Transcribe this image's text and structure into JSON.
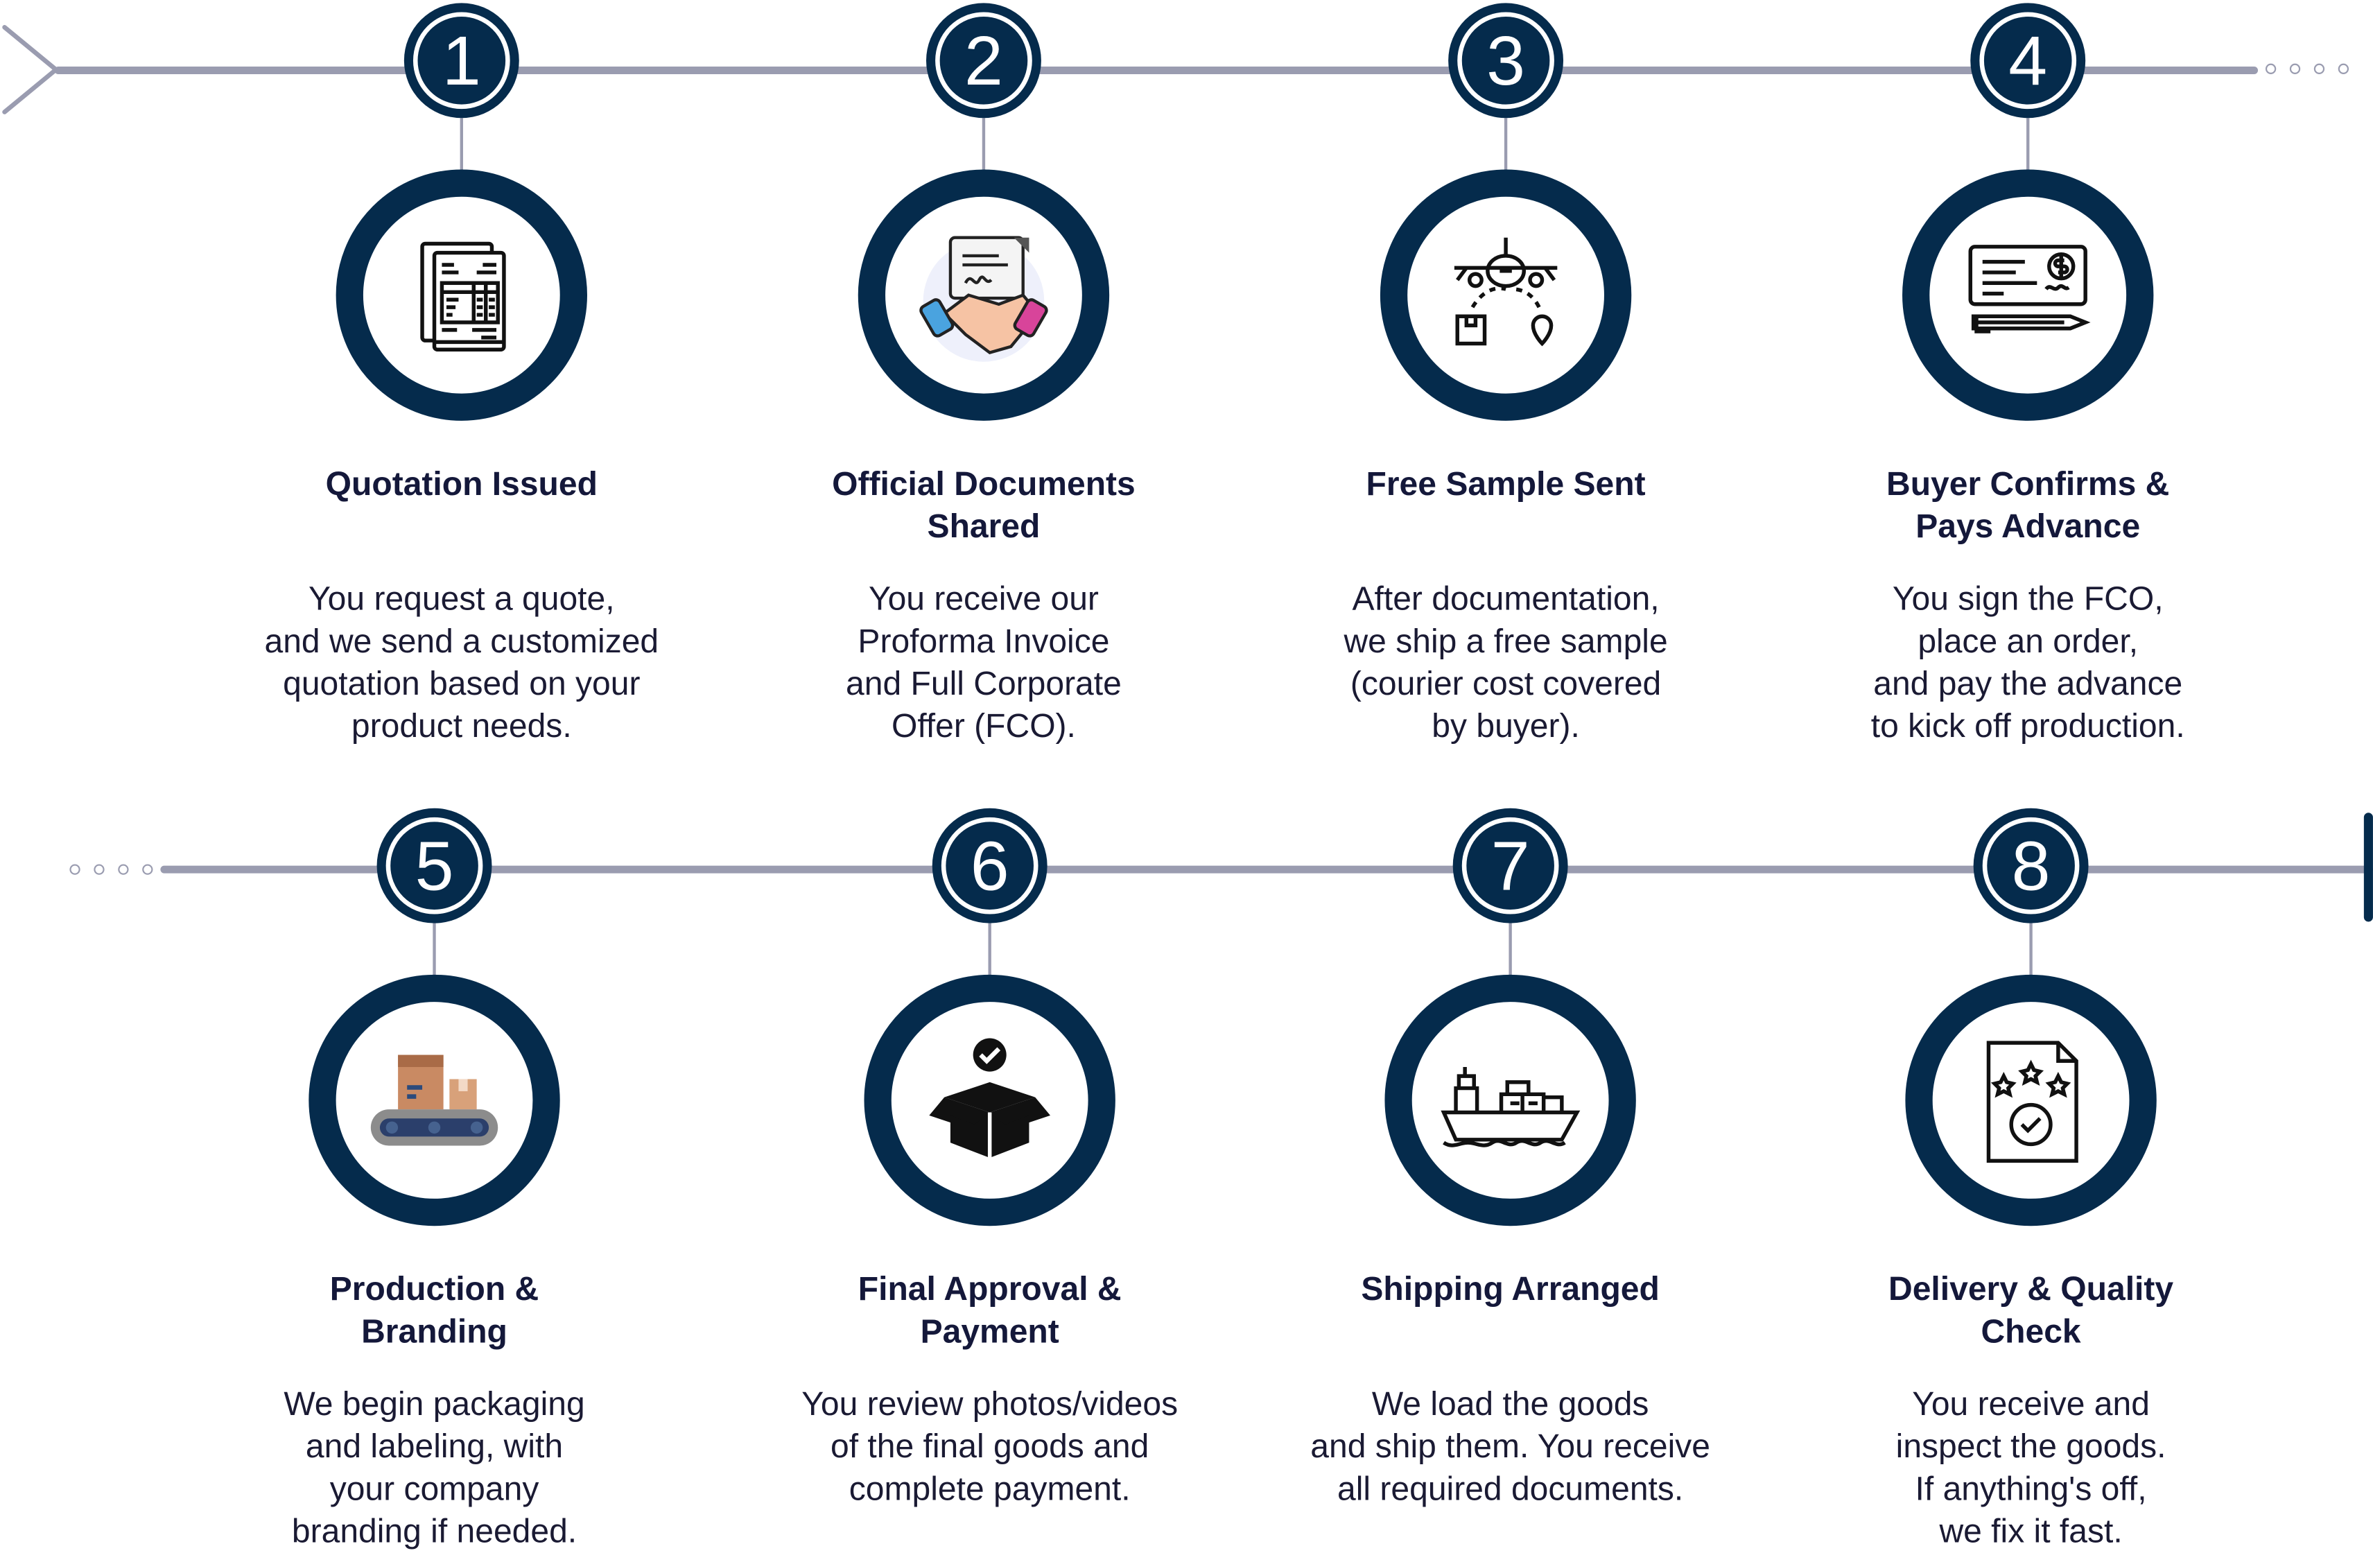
{
  "colors": {
    "navy": "#052b4c",
    "line": "#9a9cb0",
    "text": "#14183a"
  },
  "steps": [
    {
      "number": "1",
      "icon": "invoice-document-icon",
      "title": [
        "Quotation Issued"
      ],
      "desc": [
        "You request a quote,",
        "and we send a customized",
        "quotation based on your",
        "product needs."
      ]
    },
    {
      "number": "2",
      "icon": "handshake-contract-icon",
      "title": [
        "Official Documents",
        "Shared"
      ],
      "desc": [
        "You receive our",
        "Proforma Invoice",
        "and Full Corporate",
        "Offer (FCO)."
      ]
    },
    {
      "number": "3",
      "icon": "airplane-delivery-icon",
      "title": [
        "Free Sample Sent"
      ],
      "desc": [
        "After documentation,",
        "we ship a free sample",
        "(courier cost covered",
        "by buyer)."
      ]
    },
    {
      "number": "4",
      "icon": "check-payment-pen-icon",
      "title": [
        "Buyer Confirms &",
        "Pays Advance"
      ],
      "desc": [
        "You sign the FCO,",
        "place an order,",
        "and pay the advance",
        "to kick off production."
      ]
    },
    {
      "number": "5",
      "icon": "conveyor-boxes-icon",
      "title": [
        "Production &",
        "Branding"
      ],
      "desc": [
        "We begin packaging",
        "and labeling, with",
        "your company",
        "branding if needed."
      ]
    },
    {
      "number": "6",
      "icon": "approved-box-icon",
      "title": [
        "Final Approval &",
        "Payment"
      ],
      "desc": [
        "You review photos/videos",
        "of the final goods and",
        "complete payment."
      ]
    },
    {
      "number": "7",
      "icon": "cargo-ship-icon",
      "title": [
        "Shipping Arranged"
      ],
      "desc": [
        "We load the goods",
        "and ship them. You receive",
        "all required documents."
      ]
    },
    {
      "number": "8",
      "icon": "quality-certificate-icon",
      "title": [
        "Delivery & Quality",
        "Check"
      ],
      "desc": [
        "You receive and",
        "inspect the goods.",
        "If anything's off,",
        "we fix it fast."
      ]
    }
  ]
}
